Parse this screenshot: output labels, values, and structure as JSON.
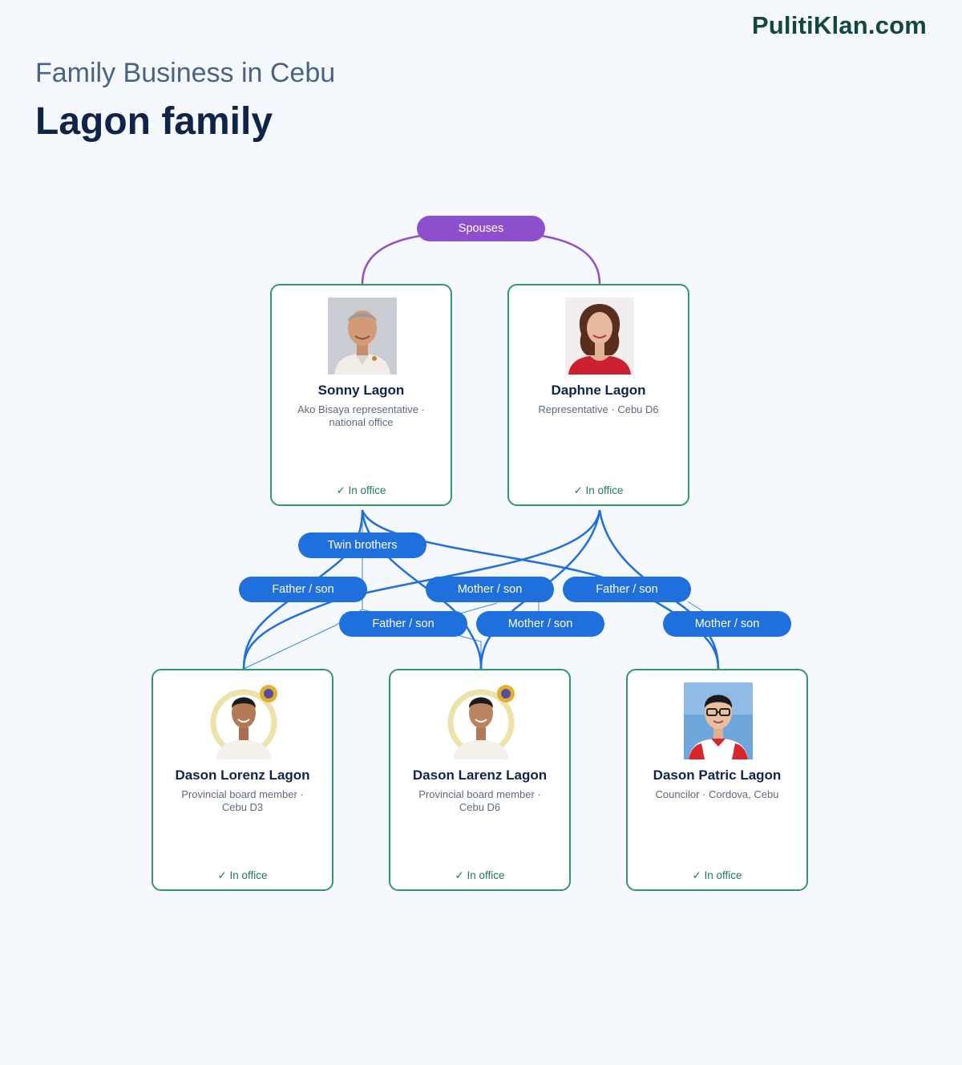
{
  "brand": "PulitiKlan.com",
  "subtitle": "Family Business in Cebu",
  "title": "Lagon family",
  "colors": {
    "spouse_edge": "#8e4fcf",
    "blood_edge": "#1f6fdd",
    "card_border": "#2e9a68",
    "status_text": "#1f7c52"
  },
  "people": [
    {
      "name": "Sonny Lagon",
      "role": "Ako Bisaya representative · national office",
      "status": "✓ In office",
      "photo_icon": "man-portrait-icon"
    },
    {
      "name": "Daphne Lagon",
      "role": "Representative · Cebu D6",
      "status": "✓ In office",
      "photo_icon": "woman-portrait-icon"
    },
    {
      "name": "Dason Lorenz Lagon",
      "role": "Provincial board member · Cebu D3",
      "status": "✓ In office",
      "photo_icon": "young-man-portrait-icon"
    },
    {
      "name": "Dason Larenz Lagon",
      "role": "Provincial board member · Cebu D6",
      "status": "✓ In office",
      "photo_icon": "young-man-portrait-icon"
    },
    {
      "name": "Dason Patric Lagon",
      "role": "Councilor · Cordova, Cebu",
      "status": "✓ In office",
      "photo_icon": "young-man-glasses-portrait-icon"
    }
  ],
  "relations": [
    {
      "label": "Spouses",
      "type": "spouse"
    },
    {
      "label": "Twin brothers",
      "type": "blood"
    },
    {
      "label": "Father / son",
      "type": "blood"
    },
    {
      "label": "Mother / son",
      "type": "blood"
    },
    {
      "label": "Father / son",
      "type": "blood"
    },
    {
      "label": "Father / son",
      "type": "blood"
    },
    {
      "label": "Mother / son",
      "type": "blood"
    },
    {
      "label": "Mother / son",
      "type": "blood"
    }
  ]
}
